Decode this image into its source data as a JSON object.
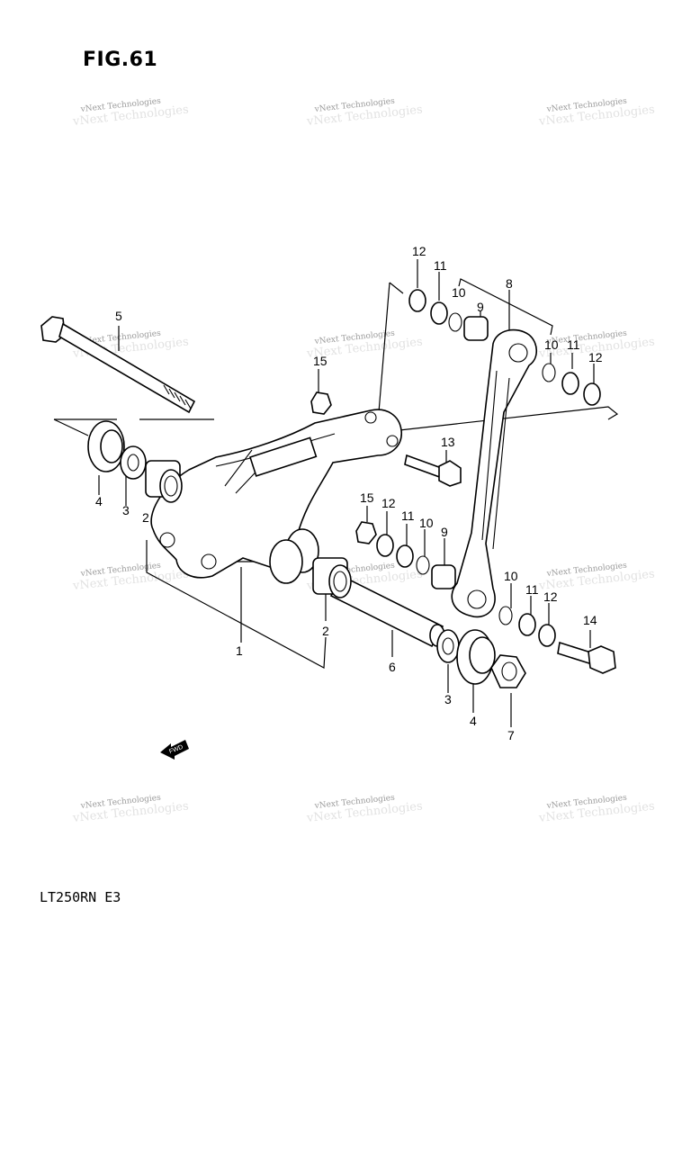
{
  "figure": {
    "title": "FIG.61",
    "model_code": "LT250RN  E3"
  },
  "watermark": {
    "text": "vNext Technologies"
  },
  "fwd_label": "FWD",
  "callouts": [
    {
      "id": "c12a",
      "label": "12"
    },
    {
      "id": "c11a",
      "label": "11"
    },
    {
      "id": "c10a",
      "label": "10"
    },
    {
      "id": "c9a",
      "label": "9"
    },
    {
      "id": "c8",
      "label": "8"
    },
    {
      "id": "c10b",
      "label": "10"
    },
    {
      "id": "c11b",
      "label": "11"
    },
    {
      "id": "c12b",
      "label": "12"
    },
    {
      "id": "c5",
      "label": "5"
    },
    {
      "id": "c15a",
      "label": "15"
    },
    {
      "id": "c13",
      "label": "13"
    },
    {
      "id": "c15b",
      "label": "15"
    },
    {
      "id": "c12c",
      "label": "12"
    },
    {
      "id": "c11c",
      "label": "11"
    },
    {
      "id": "c10c",
      "label": "10"
    },
    {
      "id": "c9b",
      "label": "9"
    },
    {
      "id": "c4a",
      "label": "4"
    },
    {
      "id": "c3a",
      "label": "3"
    },
    {
      "id": "c2a",
      "label": "2"
    },
    {
      "id": "c1",
      "label": "1"
    },
    {
      "id": "c2b",
      "label": "2"
    },
    {
      "id": "c6",
      "label": "6"
    },
    {
      "id": "c10d",
      "label": "10"
    },
    {
      "id": "c11d",
      "label": "11"
    },
    {
      "id": "c12d",
      "label": "12"
    },
    {
      "id": "c14",
      "label": "14"
    },
    {
      "id": "c3b",
      "label": "3"
    },
    {
      "id": "c4b",
      "label": "4"
    },
    {
      "id": "c7",
      "label": "7"
    }
  ]
}
